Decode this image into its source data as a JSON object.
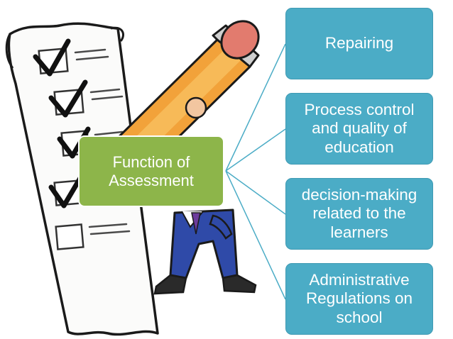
{
  "diagram": {
    "center": {
      "label": "Function of\nAssessment"
    },
    "branches": [
      {
        "label": "Repairing"
      },
      {
        "label": "Process control\nand quality of\neducation"
      },
      {
        "label": "decision-making\nrelated to the\nlearners"
      },
      {
        "label": "Administrative\nRegulations on\nschool"
      }
    ]
  },
  "colors": {
    "center_fill": "#8db54a",
    "branch_fill": "#4bacc6",
    "connector": "#4bacc6",
    "text": "#ffffff"
  },
  "illustration": {
    "subject": "cartoon person carrying a giant pencil beside a checklist with check marks"
  }
}
